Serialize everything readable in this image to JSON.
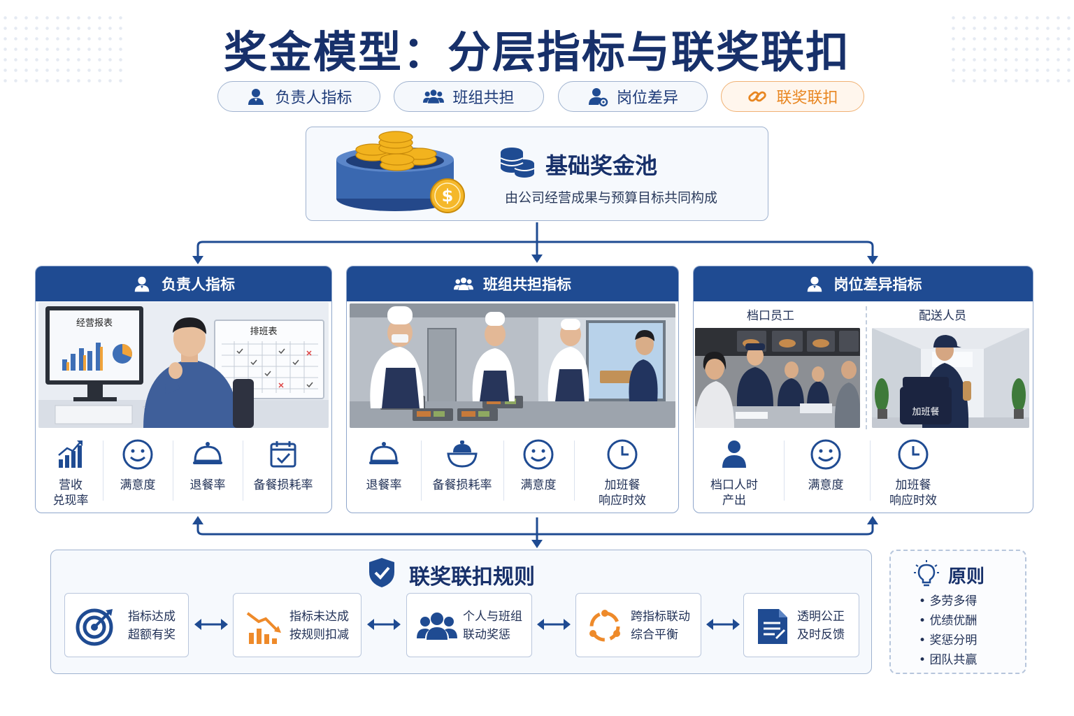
{
  "title": "奖金模型：分层指标与联奖联扣",
  "tabs": [
    {
      "label": "负责人指标",
      "icon": "person-icon"
    },
    {
      "label": "班组共担",
      "icon": "group-icon"
    },
    {
      "label": "岗位差异",
      "icon": "person-gear-icon"
    },
    {
      "label": "联奖联扣",
      "icon": "link-icon"
    }
  ],
  "pool": {
    "title": "基础奖金池",
    "subtitle": "由公司经营成果与预算目标共同构成",
    "coin_symbol": "$"
  },
  "cards": {
    "leader": {
      "title": "负责人指标",
      "photo_labels": {
        "monitor": "经营报表",
        "board": "排班表"
      },
      "metrics": [
        {
          "label": "营收\n兑现率",
          "icon": "bar-chart-icon"
        },
        {
          "label": "满意度",
          "icon": "smile-icon"
        },
        {
          "label": "退餐率",
          "icon": "cloche-icon"
        },
        {
          "label": "备餐损耗率",
          "icon": "calendar-check-icon"
        }
      ]
    },
    "team": {
      "title": "班组共担指标",
      "metrics": [
        {
          "label": "退餐率",
          "icon": "cloche-icon"
        },
        {
          "label": "备餐损耗率",
          "icon": "bowl-icon"
        },
        {
          "label": "满意度",
          "icon": "smile-icon"
        },
        {
          "label": "加班餐\n响应时效",
          "icon": "clock-icon"
        }
      ]
    },
    "position": {
      "title": "岗位差异指标",
      "sub_left": "档口员工",
      "sub_right": "配送人员",
      "bag_label": "加班餐",
      "metrics": [
        {
          "label": "档口人时\n产出",
          "icon": "person-icon"
        },
        {
          "label": "满意度",
          "icon": "smile-icon"
        },
        {
          "label": "加班餐\n响应时效",
          "icon": "clock-icon"
        }
      ]
    }
  },
  "rules": {
    "title": "联奖联扣规则",
    "items": [
      {
        "line1": "指标达成",
        "line2": "超额有奖",
        "icon": "target-icon"
      },
      {
        "line1": "指标未达成",
        "line2": "按规则扣减",
        "icon": "decline-chart-icon"
      },
      {
        "line1": "个人与班组",
        "line2": "联动奖惩",
        "icon": "group-icon"
      },
      {
        "line1": "跨指标联动",
        "line2": "综合平衡",
        "icon": "cycle-icon"
      },
      {
        "line1": "透明公正",
        "line2": "及时反馈",
        "icon": "document-icon"
      }
    ]
  },
  "principles": {
    "title": "原则",
    "items": [
      "多劳多得",
      "优绩优酬",
      "奖惩分明",
      "团队共赢"
    ]
  },
  "colors": {
    "navy": "#1f4b92",
    "dark": "#17306a",
    "orange": "#e88621",
    "border": "#9fb2cf"
  }
}
